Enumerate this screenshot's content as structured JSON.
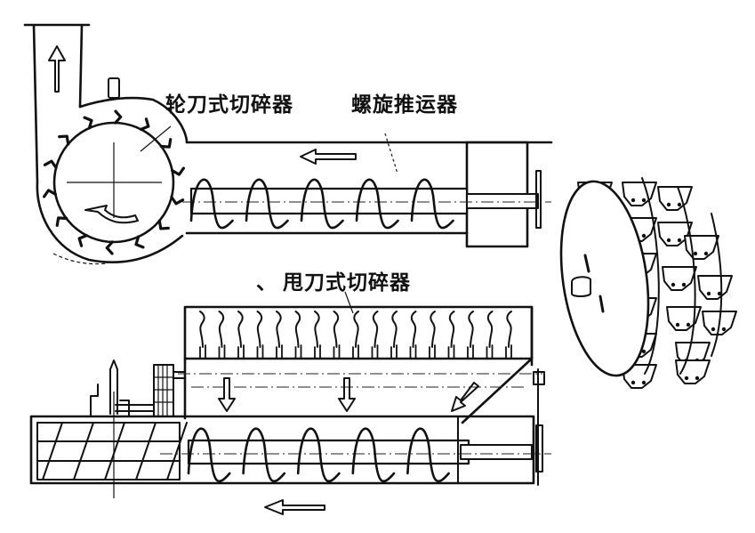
{
  "labels": {
    "wheel_cutter": "轮刀式切碎器",
    "screw_conveyor": "螺旋推运器",
    "flail_cutter": "甩刀式切碎器",
    "flail_prefix": "、"
  },
  "colors": {
    "ink": "#111111",
    "paper": "#ffffff"
  }
}
